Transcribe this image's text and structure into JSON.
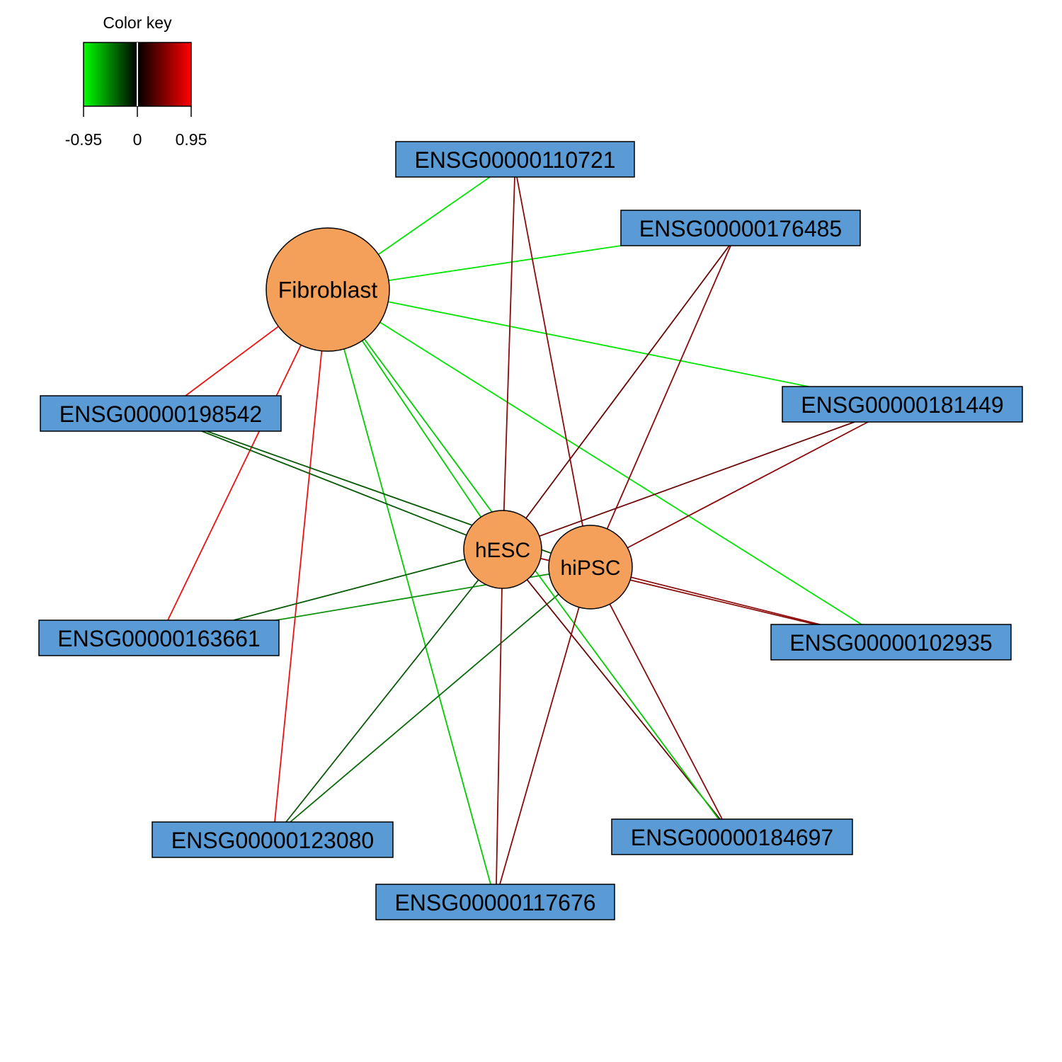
{
  "color_key": {
    "title": "Color key",
    "min_label": "-0.95",
    "mid_label": "0",
    "max_label": "0.95",
    "low_color": "#00ff00",
    "mid_color": "#000000",
    "high_color": "#ff0000"
  },
  "colors": {
    "gene_fill": "#5b9bd5",
    "sample_fill": "#f4a05a",
    "outline": "#000000"
  },
  "samples": [
    {
      "id": "fib",
      "label": "Fibroblast"
    },
    {
      "id": "hesc",
      "label": "hESC"
    },
    {
      "id": "hipsc",
      "label": "hiPSC"
    }
  ],
  "genes": [
    {
      "id": "g110721",
      "label": "ENSG00000110721"
    },
    {
      "id": "g176485",
      "label": "ENSG00000176485"
    },
    {
      "id": "g198542",
      "label": "ENSG00000198542"
    },
    {
      "id": "g181449",
      "label": "ENSG00000181449"
    },
    {
      "id": "g163661",
      "label": "ENSG00000163661"
    },
    {
      "id": "g102935",
      "label": "ENSG00000102935"
    },
    {
      "id": "g123080",
      "label": "ENSG00000123080"
    },
    {
      "id": "g184697",
      "label": "ENSG00000184697"
    },
    {
      "id": "g117676",
      "label": "ENSG00000117676"
    }
  ],
  "edges": [
    {
      "from": "fib",
      "to": "g110721",
      "color": "#00e600"
    },
    {
      "from": "fib",
      "to": "g176485",
      "color": "#00e600"
    },
    {
      "from": "fib",
      "to": "g181449",
      "color": "#00e600"
    },
    {
      "from": "fib",
      "to": "g102935",
      "color": "#00e600"
    },
    {
      "from": "fib",
      "to": "g117676",
      "color": "#00cc00"
    },
    {
      "from": "fib",
      "to": "hesc",
      "color": "#00cc00"
    },
    {
      "from": "fib",
      "to": "g198542",
      "color": "#ee1111"
    },
    {
      "from": "fib",
      "to": "g163661",
      "color": "#ee1111"
    },
    {
      "from": "fib",
      "to": "g123080",
      "color": "#ee1111"
    },
    {
      "from": "g110721",
      "to": "hesc",
      "color": "#8b0a0a"
    },
    {
      "from": "g110721",
      "to": "hipsc",
      "color": "#8b0a0a"
    },
    {
      "from": "g176485",
      "to": "hesc",
      "color": "#6a0606"
    },
    {
      "from": "g176485",
      "to": "hipsc",
      "color": "#8b0a0a"
    },
    {
      "from": "g181449",
      "to": "hesc",
      "color": "#6a0606"
    },
    {
      "from": "g181449",
      "to": "hipsc",
      "color": "#8b0a0a"
    },
    {
      "from": "g198542",
      "to": "hesc",
      "color": "#0a5a0a"
    },
    {
      "from": "g198542",
      "to": "hipsc",
      "color": "#0a5a0a"
    },
    {
      "from": "g163661",
      "to": "hesc",
      "color": "#0a5a0a"
    },
    {
      "from": "g163661",
      "to": "hipsc",
      "color": "#109010"
    },
    {
      "from": "g102935",
      "to": "hesc",
      "color": "#8b0a0a"
    },
    {
      "from": "g102935",
      "to": "hipsc",
      "color": "#8b0a0a"
    },
    {
      "from": "g123080",
      "to": "hesc",
      "color": "#0a5a0a"
    },
    {
      "from": "g123080",
      "to": "hipsc",
      "color": "#0a6a0a"
    },
    {
      "from": "g184697",
      "to": "hesc",
      "color": "#6a0606"
    },
    {
      "from": "g184697",
      "to": "hipsc",
      "color": "#8b0a0a"
    },
    {
      "from": "g184697",
      "to": "fib",
      "color": "#00cc00"
    },
    {
      "from": "g117676",
      "to": "hesc",
      "color": "#8b0a0a"
    },
    {
      "from": "g117676",
      "to": "hipsc",
      "color": "#8b0a0a"
    }
  ]
}
